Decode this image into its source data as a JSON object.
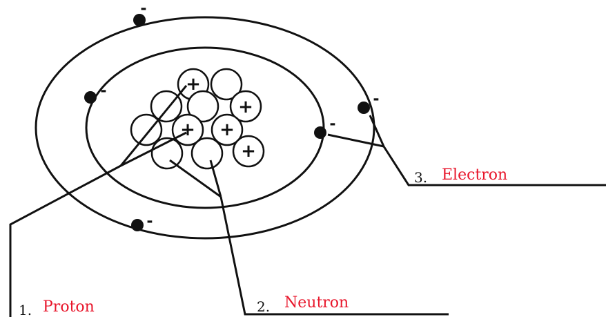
{
  "labels": {
    "proton": {
      "number": "1.",
      "name": "Proton"
    },
    "neutron": {
      "number": "2.",
      "name": "Neutron"
    },
    "electron": {
      "number": "3.",
      "name": "Electron"
    }
  },
  "symbols": {
    "proton_charge": "+",
    "electron_charge": "-"
  },
  "colors": {
    "label_text": "#e8162b",
    "line": "#111111"
  }
}
